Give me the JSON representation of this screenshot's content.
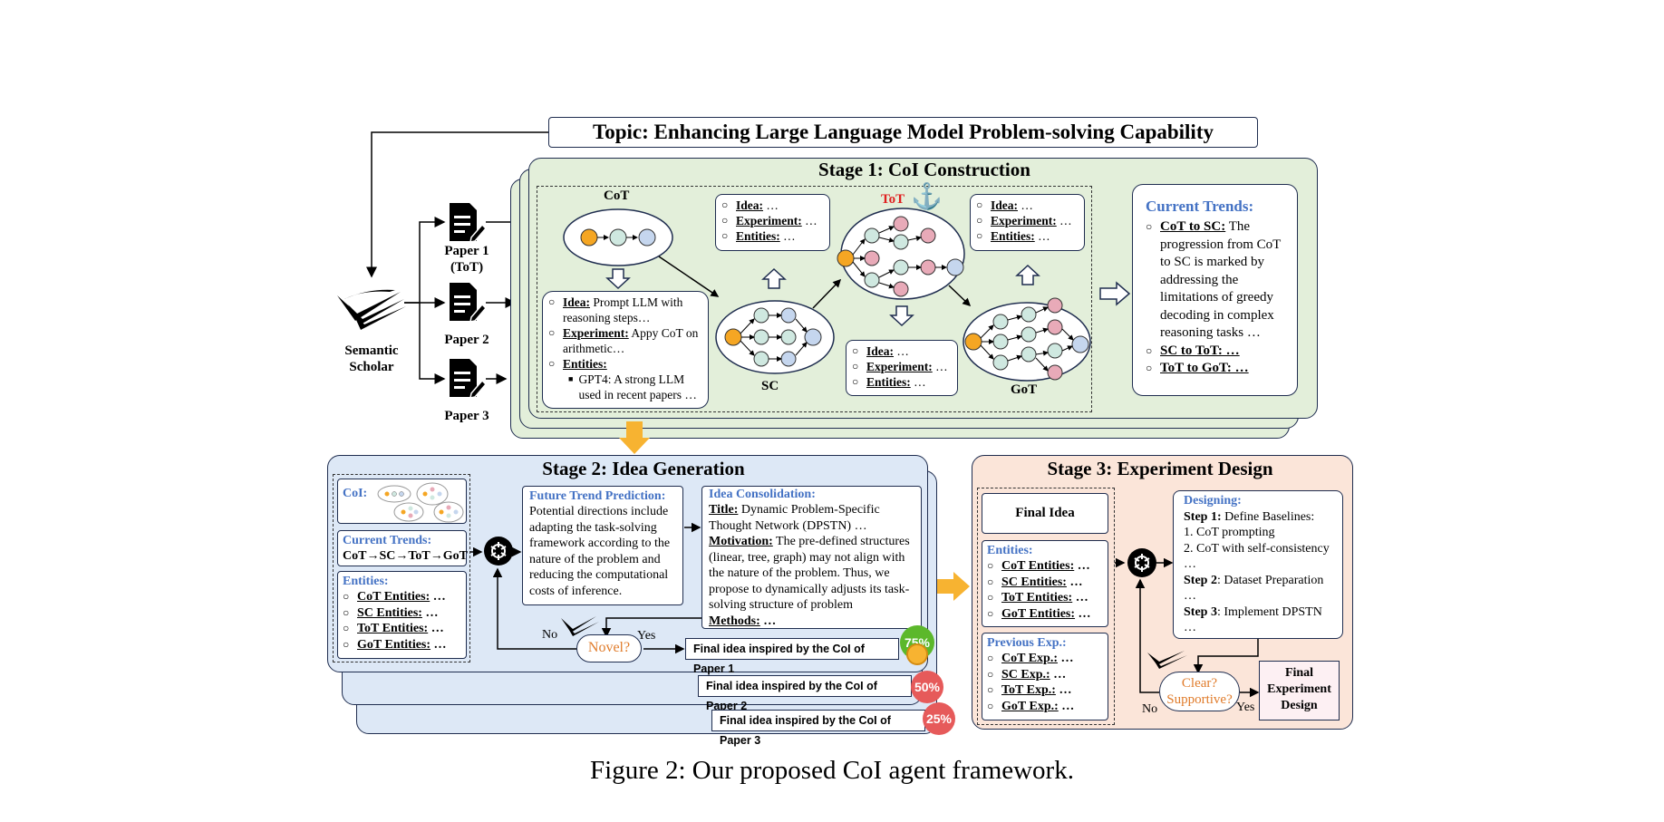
{
  "topic": "Topic: Enhancing Large Language Model Problem-solving Capability",
  "source": {
    "name_line1": "Semantic",
    "name_line2": "Scholar"
  },
  "papers": [
    {
      "line1": "Paper 1",
      "line2": "(ToT)"
    },
    {
      "line1": "Paper 2",
      "line2": ""
    },
    {
      "line1": "Paper 3",
      "line2": ""
    }
  ],
  "stage1": {
    "title": "Stage 1: CoI Construction",
    "nodes": {
      "cot": "CoT",
      "sc": "SC",
      "tot": "ToT",
      "got": "GoT"
    },
    "cot_card": {
      "idea_label": "Idea:",
      "idea_text": " Prompt LLM with reasoning steps…",
      "exp_label": "Experiment:",
      "exp_text": " Appy CoT on arithmetic…",
      "ent_label": "Entities:",
      "ent_item": "GPT4: A strong LLM used in recent papers …"
    },
    "generic_card": {
      "idea": "Idea:",
      "idea_rest": " …",
      "exp": "Experiment:",
      "exp_rest": " …",
      "ent": "Entities:",
      "ent_rest": " …"
    },
    "trends": {
      "title": "Current Trends:",
      "item1_label": "CoT to SC:",
      "item1_text": " The progression from CoT to SC is marked by addressing the limitations of greedy decoding in complex reasoning tasks …",
      "item2": "SC to ToT: …",
      "item3": "ToT to GoT: …"
    }
  },
  "stage2": {
    "title": "Stage 2: Idea Generation",
    "coi_label": "CoI:",
    "trends_label": "Current Trends:",
    "trends_text": "CoT→SC→ToT→GoT",
    "entities_label": "Entities:",
    "entities": [
      "CoT Entities:",
      "SC Entities:",
      "ToT Entities:",
      "GoT Entities:"
    ],
    "entities_suffix": " …",
    "future_title": "Future Trend Prediction:",
    "future_text": "Potential directions include adapting the task-solving framework according to the nature of the problem and reducing the computational costs of inference.",
    "consol_title": "Idea Consolidation:",
    "consol_title_label": "Title:",
    "consol_title_text": " Dynamic Problem-Specific Thought Network (DPSTN) …",
    "consol_motiv_label": "Motivation:",
    "consol_motiv_text": " The pre-defined structures (linear, tree, graph) may not align with the nature of the problem. Thus, we propose to dynamically adjusts its task-solving structure of problem",
    "consol_methods": "Methods:",
    "consol_methods_rest": " …",
    "novel": "Novel?",
    "no": "No",
    "yes": "Yes",
    "finals": [
      "Final idea inspired by the CoI of Paper 1",
      "Final idea inspired by the CoI of Paper 2",
      "Final idea inspired by the CoI of Paper 3"
    ],
    "badges": [
      "75%",
      "50%",
      "25%"
    ]
  },
  "stage3": {
    "title": "Stage 3: Experiment Design",
    "final_idea": "Final Idea",
    "entities_label": "Entities:",
    "entities": [
      "CoT Entities:",
      "SC Entities:",
      "ToT Entities:",
      "GoT Entities:"
    ],
    "prev_label": "Previous Exp.:",
    "prev": [
      "CoT Exp.:",
      "SC Exp.:",
      "ToT Exp.:",
      "GoT Exp.:"
    ],
    "suffix": " …",
    "design_title": "Designing:",
    "step1_label": "Step 1:",
    "step1_text": " Define Baselines:",
    "step1_a": "1. CoT prompting",
    "step1_b": "2. CoT with self-consistency",
    "ellipsis": "…",
    "step2_label": "Step 2",
    "step2_text": ": Dataset Preparation",
    "step3_label": "Step 3",
    "step3_text": ": Implement DPSTN",
    "clear": "Clear?",
    "supportive": "Supportive?",
    "no": "No",
    "yes": "Yes",
    "final_design_1": "Final",
    "final_design_2": "Experiment",
    "final_design_3": "Design"
  },
  "caption": "Figure 2: Our proposed CoI agent framework.",
  "colors": {
    "green": "#e3efda",
    "blue": "#dde8f6",
    "peach": "#fbe5d9",
    "accent_blue": "#4472c4",
    "orange_node": "#f5a623",
    "teal_node": "#cfe8e0",
    "pink_node": "#e8aab8",
    "blue_node": "#c5d6ee",
    "arrow_orange": "#f7b331",
    "tot_red": "#e02020",
    "orange_text": "#e07b2a"
  }
}
